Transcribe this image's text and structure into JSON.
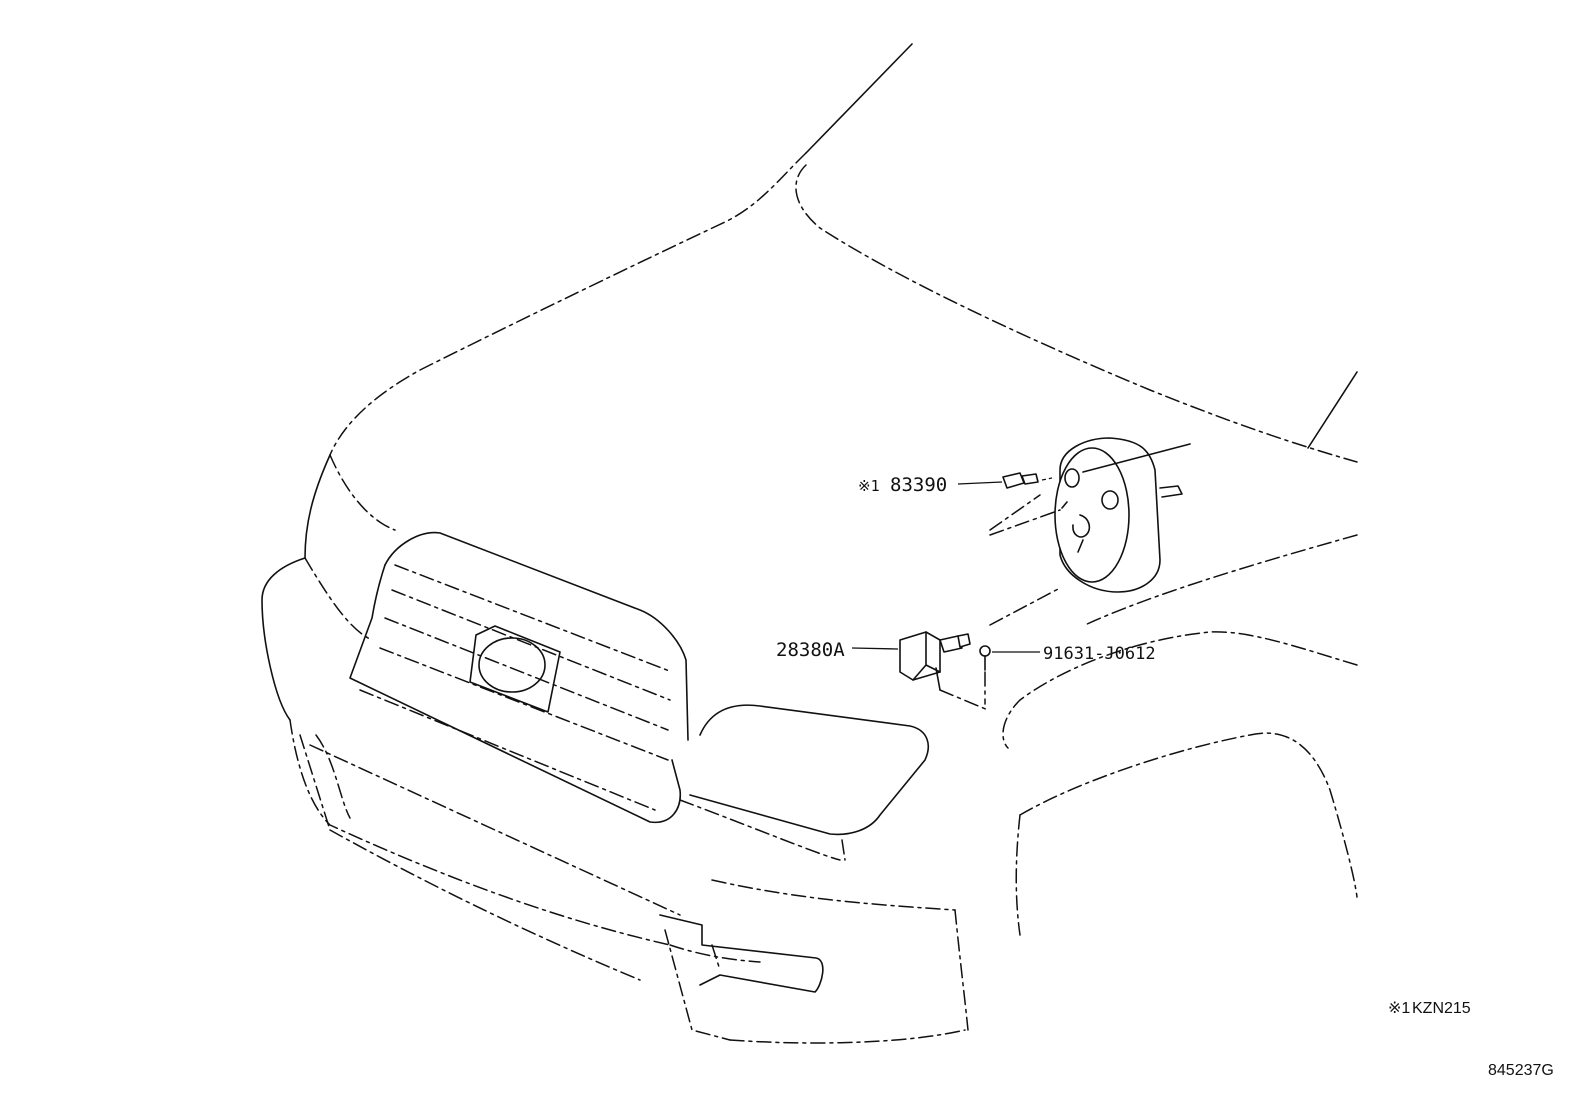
{
  "callouts": {
    "part_83390": {
      "prefix": "※1",
      "number": "83390"
    },
    "part_28380A": {
      "number": "28380A"
    },
    "part_91631": {
      "number": "91631-J0612"
    }
  },
  "footnote": {
    "marker": "※1",
    "text": "KZN215"
  },
  "diagram_id": "845237G"
}
